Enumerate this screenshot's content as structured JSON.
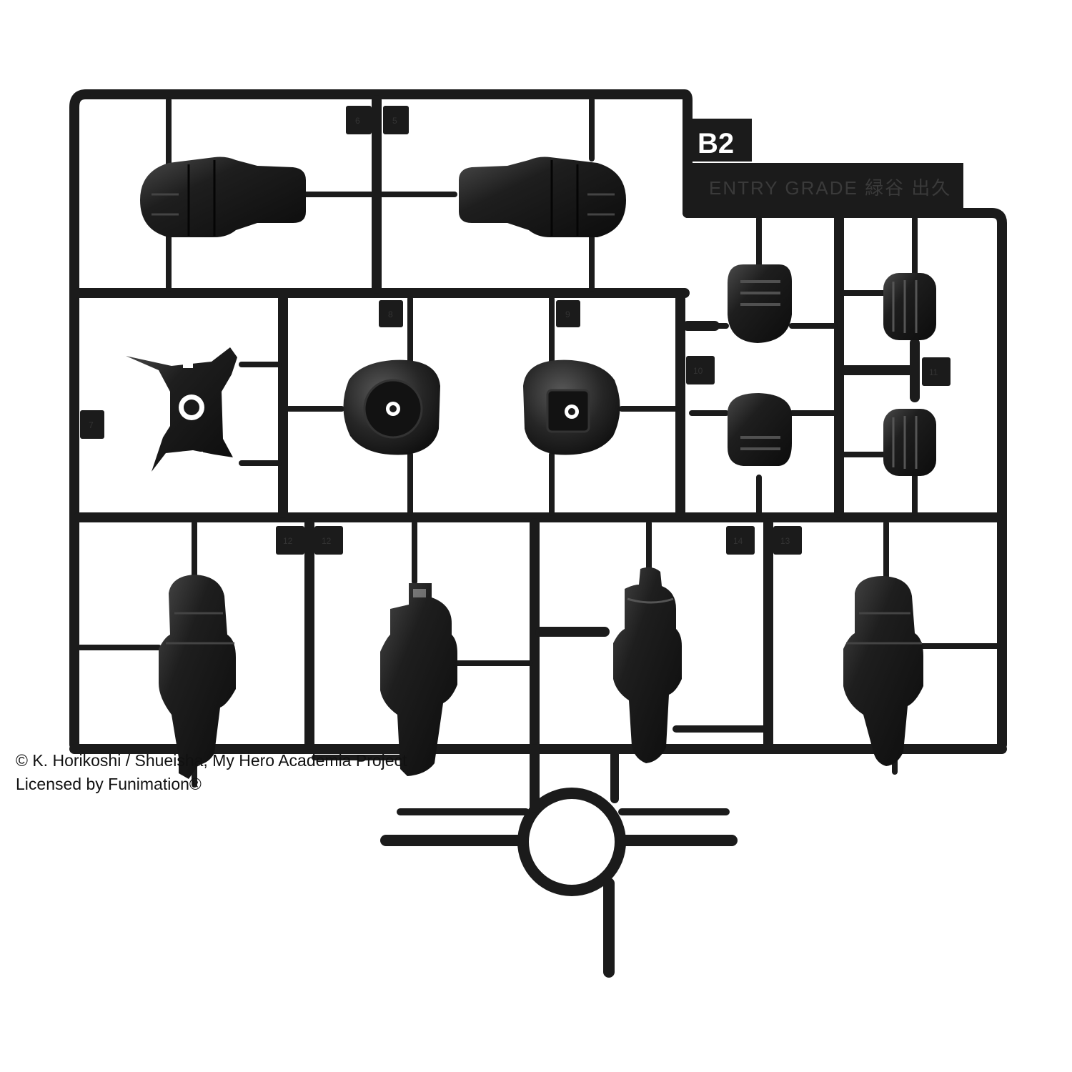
{
  "runner": {
    "plate_tag": "B2",
    "plate_title": "ENTRY GRADE 緑谷 出久",
    "part_numbers": [
      "6",
      "5",
      "8",
      "9",
      "10",
      "11",
      "7",
      "12",
      "12",
      "14",
      "13"
    ],
    "colors": {
      "plastic": "#1b1b1b",
      "background": "#ffffff",
      "label": "#ffffff"
    }
  },
  "credits": {
    "line1": "© K. Horikoshi / Shueisha, My Hero Academia Project",
    "line2": "Licensed by Funimation®"
  }
}
